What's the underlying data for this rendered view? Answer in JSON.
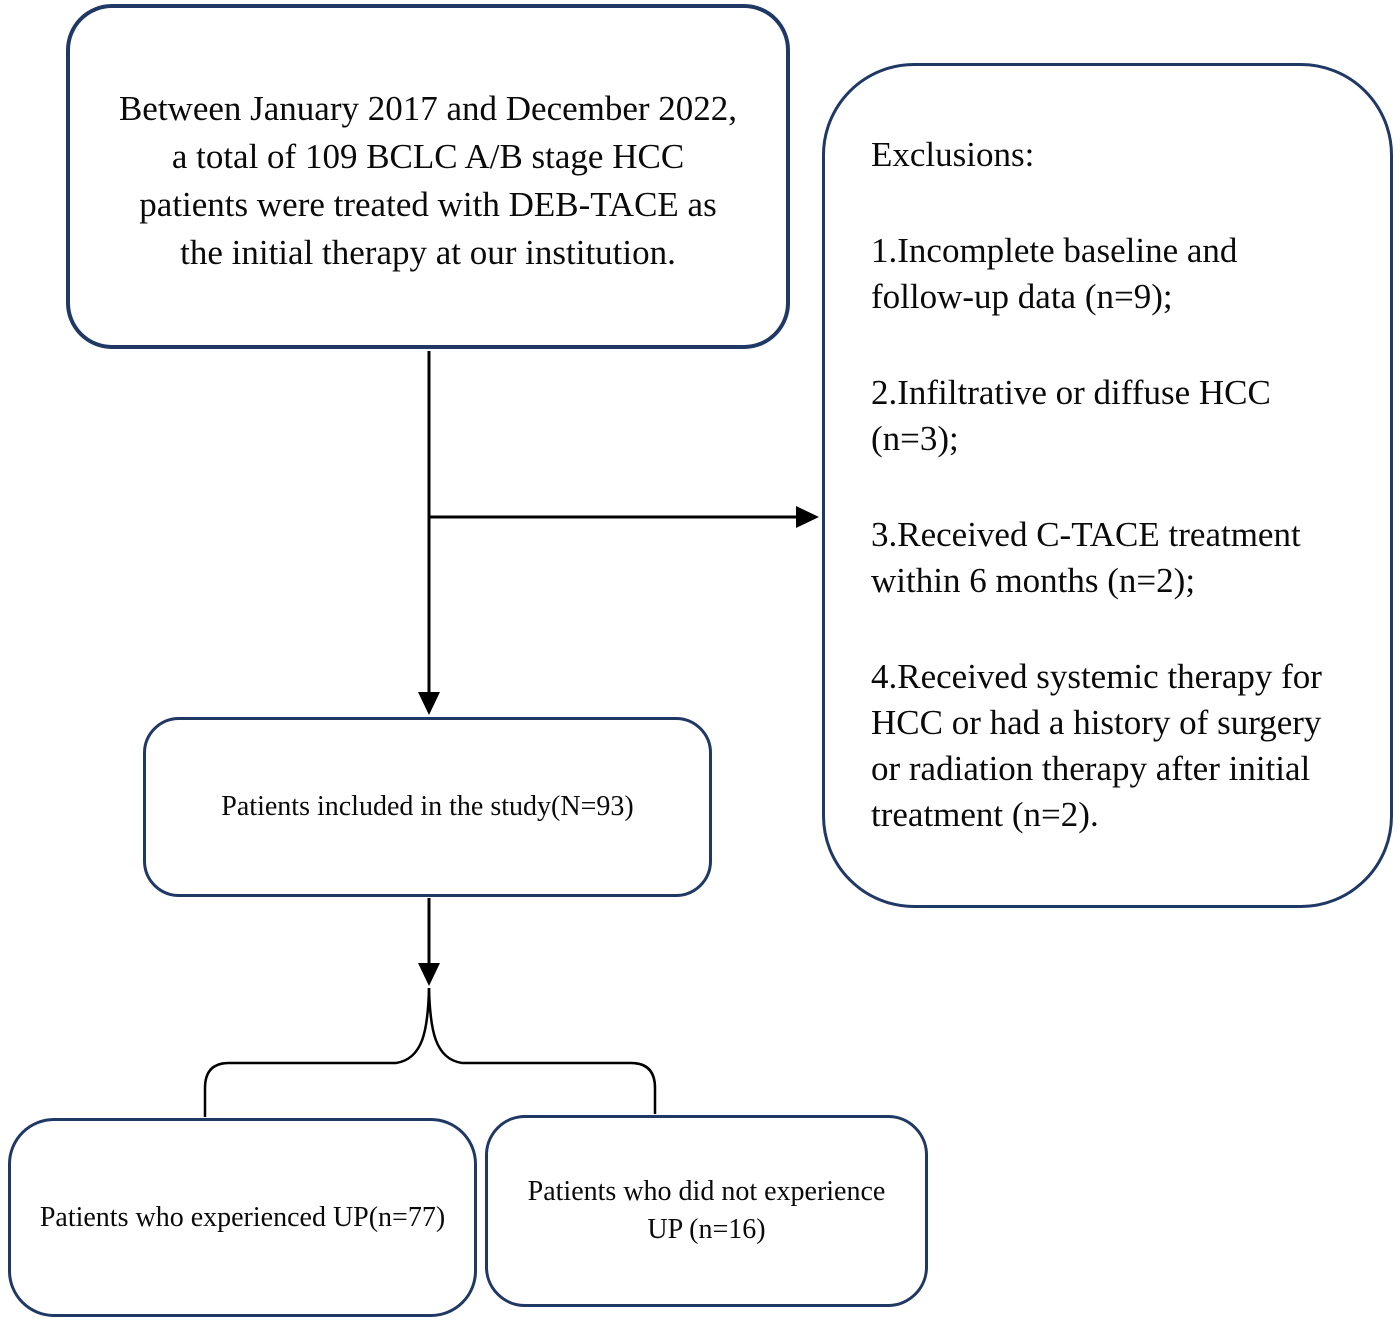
{
  "diagram": {
    "top_box": {
      "lines": [
        "Between January 2017 and December 2022,",
        "a total of 109 BCLC A/B stage HCC",
        "patients were treated with DEB-TACE as",
        "the initial therapy at our institution."
      ]
    },
    "exclusions_box": {
      "title": "Exclusions:",
      "items": [
        "1.Incomplete baseline and follow-up data (n=9);",
        "2.Infiltrative or diffuse HCC (n=3);",
        "3.Received C-TACE treatment within 6 months (n=2);",
        "4.Received systemic therapy for HCC or had a history of surgery or radiation therapy after initial treatment (n=2)."
      ]
    },
    "included_box": {
      "text": "Patients included in the study(N=93)"
    },
    "up_box": {
      "text": "Patients who experienced UP(n=77)"
    },
    "no_up_box": {
      "lines": [
        "Patients who did not experience",
        "UP (n=16)"
      ]
    }
  },
  "colors": {
    "box_border": "#1f3864",
    "connector": "#000000",
    "text_color": "#0a0a0a",
    "background": "#ffffff"
  }
}
